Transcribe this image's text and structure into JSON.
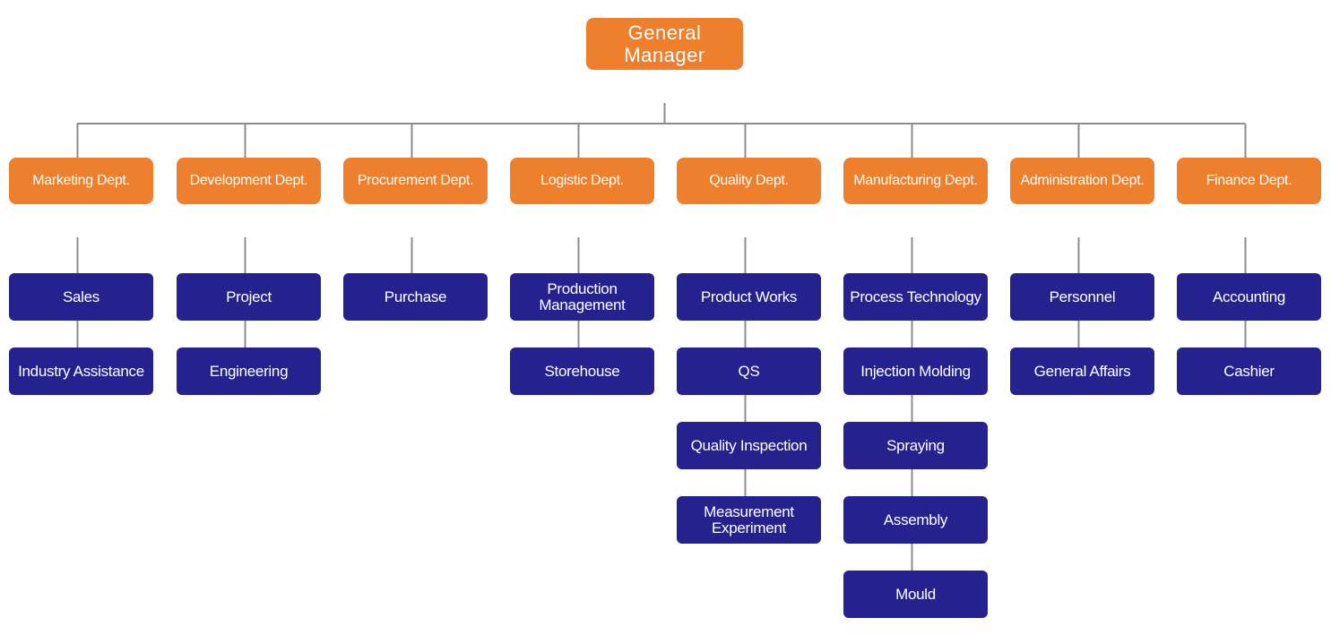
{
  "general_manager": {
    "label": "General\nManager"
  },
  "departments": [
    {
      "label": "Marketing Dept.",
      "units": [
        "Sales",
        "Industry Assistance"
      ]
    },
    {
      "label": "Development Dept.",
      "units": [
        "Project",
        "Engineering"
      ]
    },
    {
      "label": "Procurement Dept.",
      "units": [
        "Purchase"
      ]
    },
    {
      "label": "Logistic Dept.",
      "units": [
        "Production\nManagement",
        "Storehouse"
      ]
    },
    {
      "label": "Quality Dept.",
      "units": [
        "Product Works",
        "QS",
        "Quality Inspection",
        "Measurement\nExperiment"
      ]
    },
    {
      "label": "Manufacturing Dept.",
      "units": [
        "Process Technology",
        "Injection Molding",
        "Spraying",
        "Assembly",
        "Mould"
      ]
    },
    {
      "label": "Administration Dept.",
      "units": [
        "Personnel",
        "General Affairs"
      ]
    },
    {
      "label": "Finance Dept.",
      "units": [
        "Accounting",
        "Cashier"
      ]
    }
  ],
  "colors": {
    "manager_fill": "#ee7f2d",
    "department_fill": "#ee7f2d",
    "unit_fill": "#25228f",
    "connector": "#8c8c8c",
    "text": "#ffffff"
  }
}
